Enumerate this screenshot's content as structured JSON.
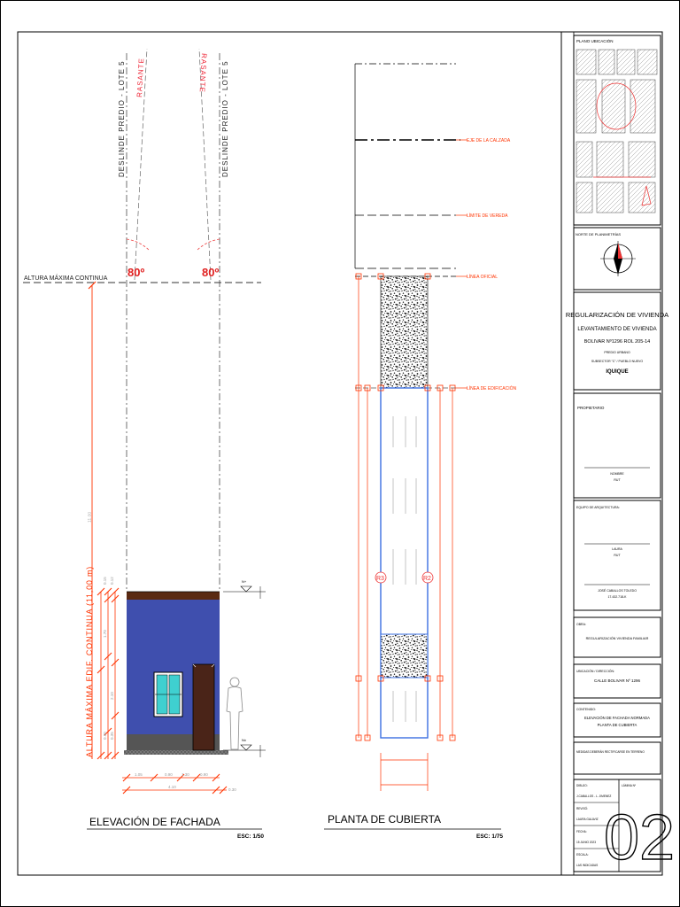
{
  "elevation": {
    "title": "ELEVACIÓN DE FACHADA",
    "scale": "ESC: 1/50",
    "lote_left": "DESLINDE PREDIO - LOTE 5",
    "lote_right": "DESLINDE PREDIO - LOTE 5",
    "rasante": "RASANTE",
    "angle": "80º",
    "altura_max": "ALTURA MÁXIMA CONTINUA",
    "vertical_label": "ALTURA MÁXIMA EDIF. CONTINUA (11,00 m)",
    "level_top": "N+",
    "level_bottom": "N±",
    "dim_vertical": [
      "0.15",
      "0.12",
      "1.70",
      "0.90",
      "2.10",
      "0.35"
    ],
    "dim_bottom": [
      "1.05",
      "0.90",
      "1.30",
      "0.90"
    ],
    "dim_total": "4.10",
    "dim_right": "0.30",
    "dim_height_total": "11.00"
  },
  "roof": {
    "title": "PLANTA DE CUBIERTA",
    "scale": "ESC: 1/75",
    "lines": [
      "EJE DE LA CALZADA",
      "LÍMITE DE VEREDA",
      "LÍNEA OFICIAL",
      "LÍNEA DE EDIFICACIÓN"
    ],
    "tag_left": "R3",
    "tag_right": "R2"
  },
  "cartouche": {
    "plano_ubicacion": "PLANO UBICACIÓN",
    "norte": "NORTE DE PLANIMETRÍAS",
    "project_title": "REGULARIZACIÓN DE VIVIENDA",
    "project_sub": "LEVANTAMIENTO DE VIVIENDA",
    "address_rol": "BOLIVAR Nº1296 ROL 205-14",
    "predio": "PREDIO URBANO",
    "sector": "SUBSECTOR \"C\" / PUEBLO NUEVO",
    "city": "IQUIQUE",
    "propietario": "PROPIETARIO",
    "nombre": "NOMBRE",
    "rut": "RUT",
    "equipo": "EQUIPO DE ARQUITECTURA:",
    "laura": "LAURA",
    "rut2": "RUT",
    "arquitecto": "JOSÉ CABALLOS TOLEDO",
    "arq_rut": "17.432.718-K",
    "obra_label": "OBRA:",
    "obra": "REGULARIZACIÓN VIVIENDA FAMILIAR",
    "ubicacion_label": "UBICACIÓN / DIRECCIÓN:",
    "ubicacion": "CALLE BOLIVAR Nº 1296",
    "contenido_label": "CONTENIDO:",
    "contenido_1": "ELEVACIÓN DE FACHADA NORMADA",
    "contenido_2": "PLANTA DE CUBIERTA",
    "nota": "MEDIDAS DEBERÁN RECTIFICARSE EN TERRENO",
    "dibujo_label": "DIBUJO:",
    "dibujo": "J.CABALLOS - L. JIMENEZ",
    "lamina_label": "LÁMINA Nº",
    "revision_label": "REVISÓ:",
    "revision": "LAURA GALAVIZ",
    "fecha_label": "FECHA:",
    "fecha": "15 JUNIO 2023",
    "escala_label": "ESCALA:",
    "escala": "LAS INDICADAS",
    "sheet_number": "02"
  },
  "colors": {
    "facade": "#3f4fae",
    "roof_edge": "#5a2a12",
    "door": "#4a2418",
    "window": "#3fd0d0",
    "dim": "#ff3300",
    "plan_border": "#3b6fe0"
  }
}
